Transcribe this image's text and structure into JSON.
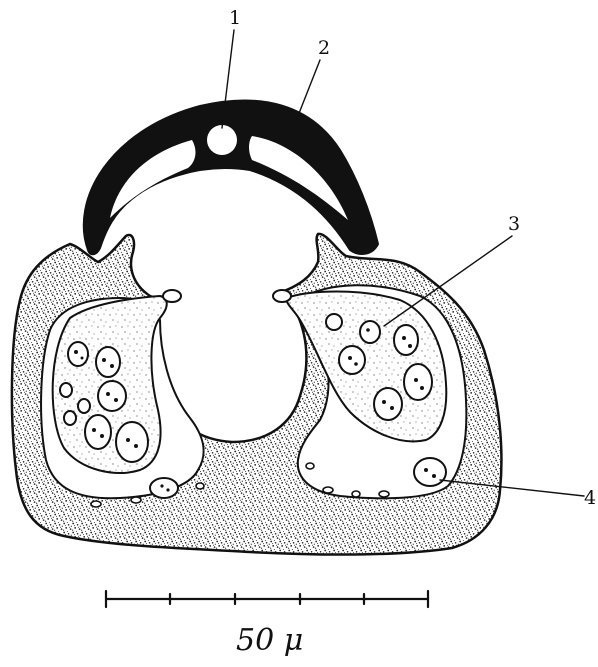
{
  "figure": {
    "callouts": [
      {
        "id": "1",
        "label": "1"
      },
      {
        "id": "2",
        "label": "2"
      },
      {
        "id": "3",
        "label": "3"
      },
      {
        "id": "4",
        "label": "4"
      }
    ],
    "scale_bar": {
      "label": "50 μ",
      "divisions": 5
    }
  }
}
